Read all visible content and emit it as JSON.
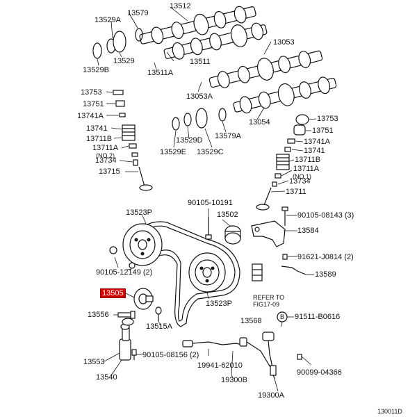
{
  "labels": {
    "p13512": "13512",
    "p13579": "13579",
    "p13529a": "13529A",
    "p13529b": "13529B",
    "p13529": "13529",
    "p13511": "13511",
    "p13511a": "13511A",
    "p13053": "13053",
    "p13053a": "13053A",
    "p13054": "13054",
    "p13753_l": "13753",
    "p13751_l": "13751",
    "p13741a_l": "13741A",
    "p13741_l": "13741",
    "p13711b_l": "13711B",
    "p13711a_l": "13711A",
    "no2_l": "(NO.2)",
    "p13734_l": "13734",
    "p13715": "13715",
    "p13529e": "13529E",
    "p13529d": "13529D",
    "p13529c": "13529C",
    "p13579a": "13579A",
    "p13753_r": "13753",
    "p13751_r": "13751",
    "p13741a_r": "13741A",
    "p13741_r": "13741",
    "p13711b_r": "13711B",
    "p13711a_r": "13711A",
    "no1_r": "(NO.1)",
    "p13734_r": "13734",
    "p13711": "13711",
    "p13523p_top": "13523P",
    "p90105_10191": "90105-10191",
    "p13502": "13502",
    "p90105_08143": "90105-08143 (3)",
    "p13584": "13584",
    "p90105_12149": "90105-12149 (2)",
    "p91621": "91621-J0814 (2)",
    "p13589": "13589",
    "p13505": "13505",
    "refer1": "REFER TO",
    "refer2": "FIG17-09",
    "p13523p_bot": "13523P",
    "p13556": "13556",
    "p13515a": "13515A",
    "p13568": "13568",
    "b_mark": "B",
    "p91511": "91511-B0616",
    "p13553": "13553",
    "p90105_08156": "90105-08156 (2)",
    "p19941": "19941-62010",
    "p90099": "90099-04366",
    "p13540": "13540",
    "p19300b": "19300B",
    "p19300a": "19300A",
    "fig_code": "130011D"
  },
  "highlight_color": "#d40000"
}
